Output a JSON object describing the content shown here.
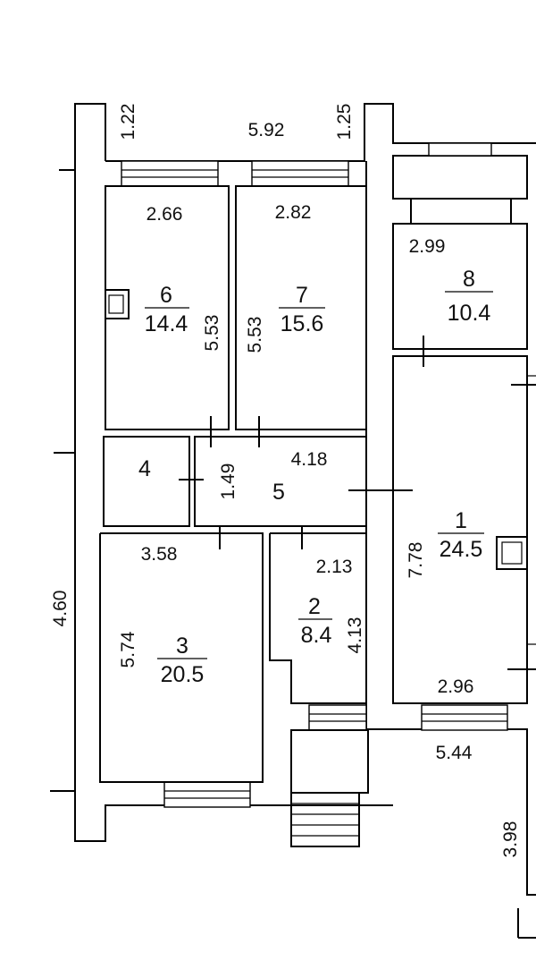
{
  "plan": {
    "rooms": [
      {
        "id": "1",
        "area": "24.5"
      },
      {
        "id": "2",
        "area": "8.4"
      },
      {
        "id": "3",
        "area": "20.5"
      },
      {
        "id": "4",
        "area": ""
      },
      {
        "id": "5",
        "area": ""
      },
      {
        "id": "6",
        "area": "14.4"
      },
      {
        "id": "7",
        "area": "15.6"
      },
      {
        "id": "8",
        "area": "10.4"
      }
    ],
    "dimensions": {
      "top_left_wall": "1.22",
      "top_width": "5.92",
      "top_right_wall": "1.25",
      "room6_width": "2.66",
      "room7_width": "2.82",
      "room8_width": "2.99",
      "room6_height": "5.53",
      "room7_height": "5.53",
      "corridor_width": "4.18",
      "corridor_height": "1.49",
      "room3_width": "3.58",
      "room2_width": "2.13",
      "left_height": "4.60",
      "room3_height": "5.74",
      "room2_height": "4.13",
      "room1_height": "7.78",
      "room1_width": "2.96",
      "bottom_right_width": "5.44",
      "bottom_right_height": "3.98"
    }
  }
}
